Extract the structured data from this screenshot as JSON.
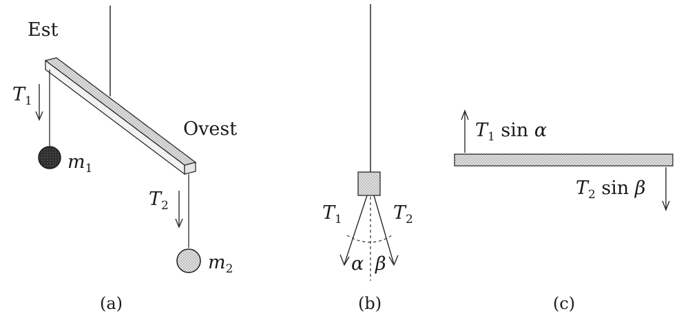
{
  "panel_a": {
    "end_left_label": "Est",
    "end_right_label": "Ovest",
    "tension_left": {
      "symbol": "T",
      "subscript": "1"
    },
    "tension_right": {
      "symbol": "T",
      "subscript": "2"
    },
    "mass_left": {
      "symbol": "m",
      "subscript": "1"
    },
    "mass_right": {
      "symbol": "m",
      "subscript": "2"
    },
    "caption": "(a)"
  },
  "panel_b": {
    "tension_left": {
      "symbol": "T",
      "subscript": "1"
    },
    "tension_right": {
      "symbol": "T",
      "subscript": "2"
    },
    "angle_left": "α",
    "angle_right": "β",
    "caption": "(b)"
  },
  "panel_c": {
    "force_up": {
      "symbol": "T",
      "subscript": "1",
      "suffix": " sin ",
      "angle": "α"
    },
    "force_down": {
      "symbol": "T",
      "subscript": "2",
      "suffix": " sin ",
      "angle": "β"
    },
    "caption": "(c)"
  },
  "colors": {
    "ink": "#2a2a2a",
    "beam_fill": "#d8d8d8",
    "mass1_fill": "#3a3a3a",
    "mass2_fill": "#cfcfcf"
  }
}
